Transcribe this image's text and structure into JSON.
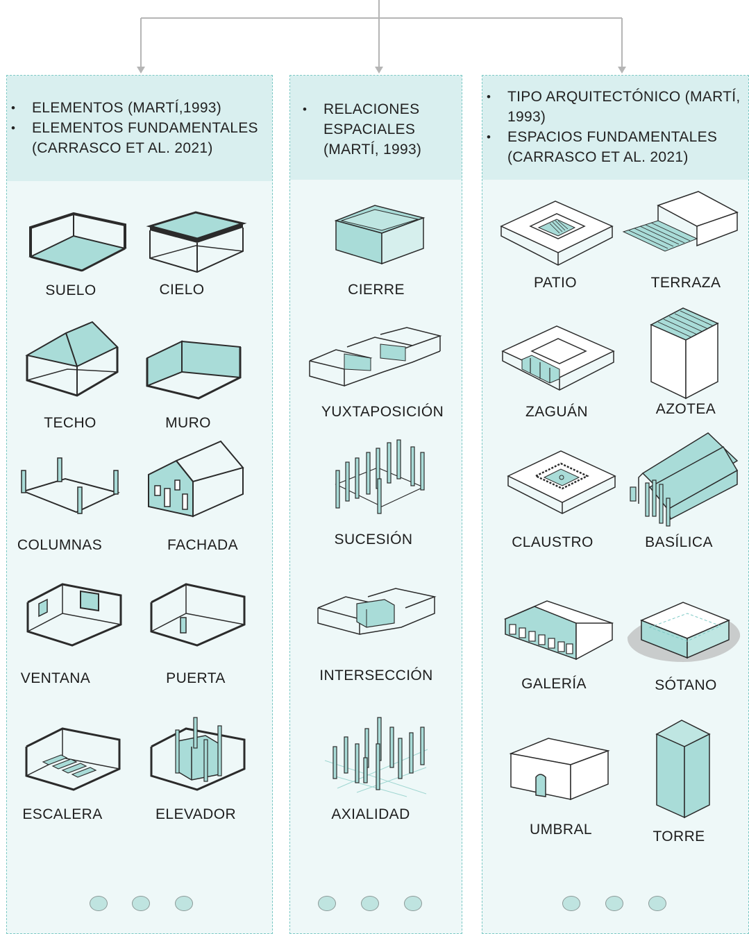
{
  "colors": {
    "accent": "#a9dcd8",
    "panel": "#eef8f8",
    "header": "#d9efef",
    "line": "#2b2b2b",
    "dash": "#7cc9c5"
  },
  "columns": [
    {
      "bullets": [
        "ELEMENTOS (MARTÍ,1993)",
        "ELEMENTOS FUNDAMENTALES (CARRASCO ET AL. 2021)"
      ],
      "items": [
        {
          "label": "SUELO",
          "icon": "floor-box-icon"
        },
        {
          "label": "CIELO",
          "icon": "ceiling-box-icon"
        },
        {
          "label": "TECHO",
          "icon": "pitched-roof-icon"
        },
        {
          "label": "MURO",
          "icon": "wall-box-icon"
        },
        {
          "label": "COLUMNAS",
          "icon": "columns-icon"
        },
        {
          "label": "FACHADA",
          "icon": "facade-house-icon"
        },
        {
          "label": "VENTANA",
          "icon": "window-box-icon"
        },
        {
          "label": "PUERTA",
          "icon": "door-box-icon"
        },
        {
          "label": "ESCALERA",
          "icon": "stairs-box-icon"
        },
        {
          "label": "ELEVADOR",
          "icon": "elevator-box-icon"
        }
      ]
    },
    {
      "bullets": [
        "RELACIONES ESPACIALES (MARTÍ, 1993)"
      ],
      "items": [
        {
          "label": "CIERRE",
          "icon": "enclosure-icon"
        },
        {
          "label": "YUXTAPOSICIÓN",
          "icon": "juxtaposition-icon"
        },
        {
          "label": "SUCESIÓN",
          "icon": "succession-icon"
        },
        {
          "label": "INTERSECCIÓN",
          "icon": "intersection-icon"
        },
        {
          "label": "AXIALIDAD",
          "icon": "axiality-icon"
        }
      ]
    },
    {
      "bullets": [
        "TIPO ARQUITECTÓNICO (MARTÍ, 1993)",
        "ESPACIOS FUNDAMENTALES (CARRASCO ET AL. 2021)"
      ],
      "items": [
        {
          "label": "PATIO",
          "icon": "patio-icon"
        },
        {
          "label": "TERRAZA",
          "icon": "terrace-icon"
        },
        {
          "label": "ZAGUÁN",
          "icon": "hallway-icon"
        },
        {
          "label": "AZOTEA",
          "icon": "roof-terrace-icon"
        },
        {
          "label": "CLAUSTRO",
          "icon": "cloister-icon"
        },
        {
          "label": "BASÍLICA",
          "icon": "basilica-icon"
        },
        {
          "label": "GALERÍA",
          "icon": "gallery-icon"
        },
        {
          "label": "SÓTANO",
          "icon": "basement-icon"
        },
        {
          "label": "UMBRAL",
          "icon": "threshold-icon"
        },
        {
          "label": "TORRE",
          "icon": "tower-icon"
        }
      ]
    }
  ]
}
